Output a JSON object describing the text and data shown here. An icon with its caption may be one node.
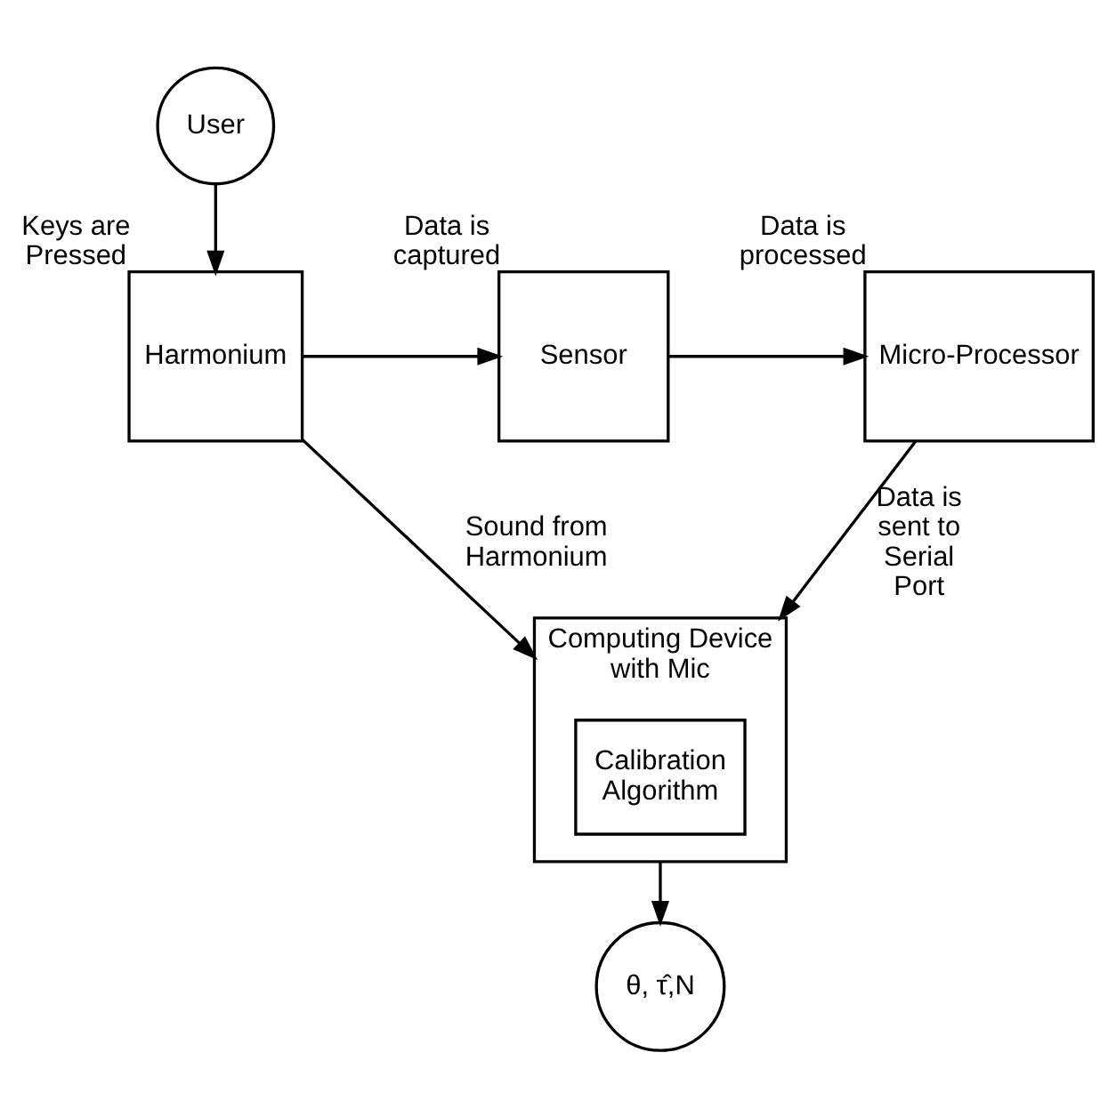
{
  "diagram": {
    "nodes": [
      {
        "text": [
          "User"
        ]
      },
      {
        "text": [
          "Harmonium"
        ],
        "beside": [
          "Keys are Pressed"
        ]
      },
      {
        "text": [
          "Sensor"
        ],
        "beside": [
          "Data is captured"
        ]
      },
      {
        "text": [
          "Micro-Processor"
        ],
        "beside": [
          "Data is processed"
        ]
      },
      {
        "text": [
          "Computing Device with Mic"
        ]
      },
      {
        "text": [
          "Calibration Algorithm"
        ],
        "in": 4
      },
      {
        "text": [
          "θ, τ̂,N"
        ]
      }
    ],
    "edges": [
      {
        "from": 0,
        "to": 1,
        "arrow": "to"
      },
      {
        "from": 1,
        "to": 2,
        "arrow": "to"
      },
      {
        "from": 2,
        "to": 3,
        "arrow": "to"
      },
      {
        "from": 1,
        "to": 4,
        "arrow": "to",
        "label": "Sound from Harmonium"
      },
      {
        "from": 3,
        "to": 4,
        "arrow": "to",
        "label": "Data is sent to Serial Port"
      },
      {
        "from": 4,
        "to": 6,
        "arrow": "to"
      }
    ]
  }
}
